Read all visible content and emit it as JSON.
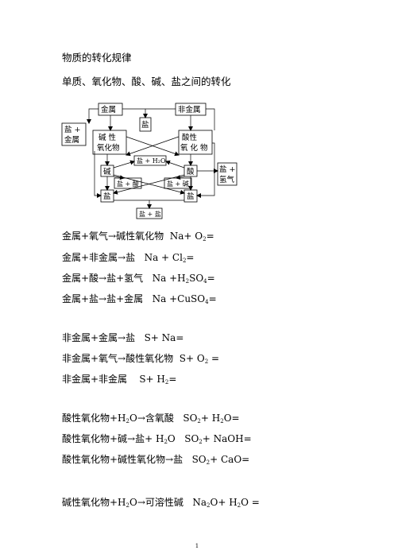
{
  "page": {
    "title": "物质的转化规律",
    "subtitle": "单质、氧化物、酸、碱、盐之间的转化",
    "page_number": "1"
  },
  "diagram": {
    "metal": "金属",
    "nonmetal": "非金属",
    "salt_top": "盐",
    "basic_oxide_1": "碱 性",
    "basic_oxide_2": "氧化物",
    "acidic_oxide_1": "酸性",
    "acidic_oxide_2": "氧 化 物",
    "salt_metal_1": "盐 +",
    "salt_metal_2": "金属",
    "salt_water": "盐 + H₂O",
    "base": "碱",
    "acid": "酸",
    "salt_hydrogen_1": "盐 +",
    "salt_hydrogen_2": "氢气",
    "salt_acid": "盐 + 酸",
    "salt_base": "盐 + 碱",
    "salt_left": "盐",
    "salt_right": "盐",
    "salt_salt": "盐 + 盐"
  },
  "reactions": {
    "r1": {
      "label": "金属+氧气→碱性氧化物",
      "eq": "Na+ O",
      "sub": "2",
      "end": "="
    },
    "r2": {
      "label": "金属+非金属→盐",
      "eq": "Na + Cl",
      "sub": "2",
      "end": "="
    },
    "r3": {
      "label": "金属+酸→盐+氢气",
      "eq": "Na +H",
      "sub": "2",
      "eq2": "SO",
      "sub2": "4",
      "end": "="
    },
    "r4": {
      "label": "金属+盐→盐+金属",
      "eq": "Na +CuSO",
      "sub": "4",
      "end": "="
    },
    "r5": {
      "label": "非金属+金属→盐",
      "eq": "S+ Na",
      "end": "="
    },
    "r6": {
      "label": "非金属+氧气→酸性氧化物",
      "eq": "S+ O",
      "sub": "2",
      "end": " ="
    },
    "r7": {
      "label": "非金属+非金属",
      "eq": "S+ H",
      "sub": "2",
      "end": "="
    },
    "r8": {
      "label": "酸性氧化物+H",
      "sub": "2",
      "label2": "O→含氧酸",
      "eq": "SO",
      "sub2": "2",
      "eq2": "+ H",
      "sub3": "2",
      "end": "O="
    },
    "r9": {
      "label": "酸性氧化物+碱→盐+ H",
      "sub": "2",
      "label2": "O",
      "eq": "SO",
      "sub2": "2",
      "end": "+ NaOH="
    },
    "r10": {
      "label": "酸性氧化物+碱性氧化物→盐",
      "eq": "SO",
      "sub": "2",
      "end": "+ CaO="
    },
    "r11": {
      "label": "碱性氧化物+H",
      "sub": "2",
      "label2": "O→可溶性碱",
      "eq": "Na",
      "sub2": "2",
      "eq2": "O+ H",
      "sub3": "2",
      "end": "O ="
    }
  }
}
